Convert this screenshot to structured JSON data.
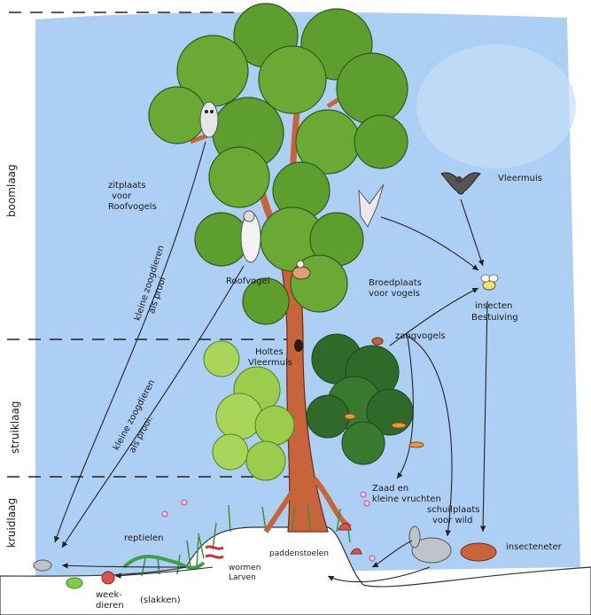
{
  "layers": {
    "boomlaag": "boomlaag",
    "struiklaag": "struiklaag",
    "kruidlaag": "kruidlaag"
  },
  "labels": {
    "zitplaats_1": "zitplaats",
    "zitplaats_2": "voor",
    "zitplaats_3": "Roofvogels",
    "roofvogel": "Roofvogel",
    "vleermuis": "Vleermuis",
    "broedplaats_1": "Broedplaats",
    "broedplaats_2": "voor vogels",
    "insecten_1": "insecten",
    "insecten_2": "Bestuiving",
    "holtes_1": "Holtes",
    "holtes_2": "Vleermuis",
    "zangvogels": "zangvogels",
    "zaad_1": "Zaad en",
    "zaad_2": "kleine vruchten",
    "schuil_1": "schuilplaats",
    "schuil_2": "voor wild",
    "insecteneter": "insecteneter",
    "reptielen": "reptielen",
    "paddenstoelen": "paddenstoelen",
    "wormen_1": "wormen",
    "wormen_2": "Larven",
    "week_1": "week-",
    "week_2": "dieren",
    "slakken": "(slakken)",
    "kleine_zoog_1a": "kleine zoogdieren",
    "kleine_zoog_1b": "als prooi",
    "kleine_zoog_2a": "kleine zoogdieren",
    "kleine_zoog_2b": "als prooi."
  },
  "colors": {
    "sky": "#a9ccf2",
    "leaf_light": "#7fbf3f",
    "leaf_mid": "#5e9e2e",
    "leaf_dark": "#2f6a2a",
    "trunk": "#c8643c",
    "ground": "#ffffff",
    "grass": "#3c8f3a"
  }
}
